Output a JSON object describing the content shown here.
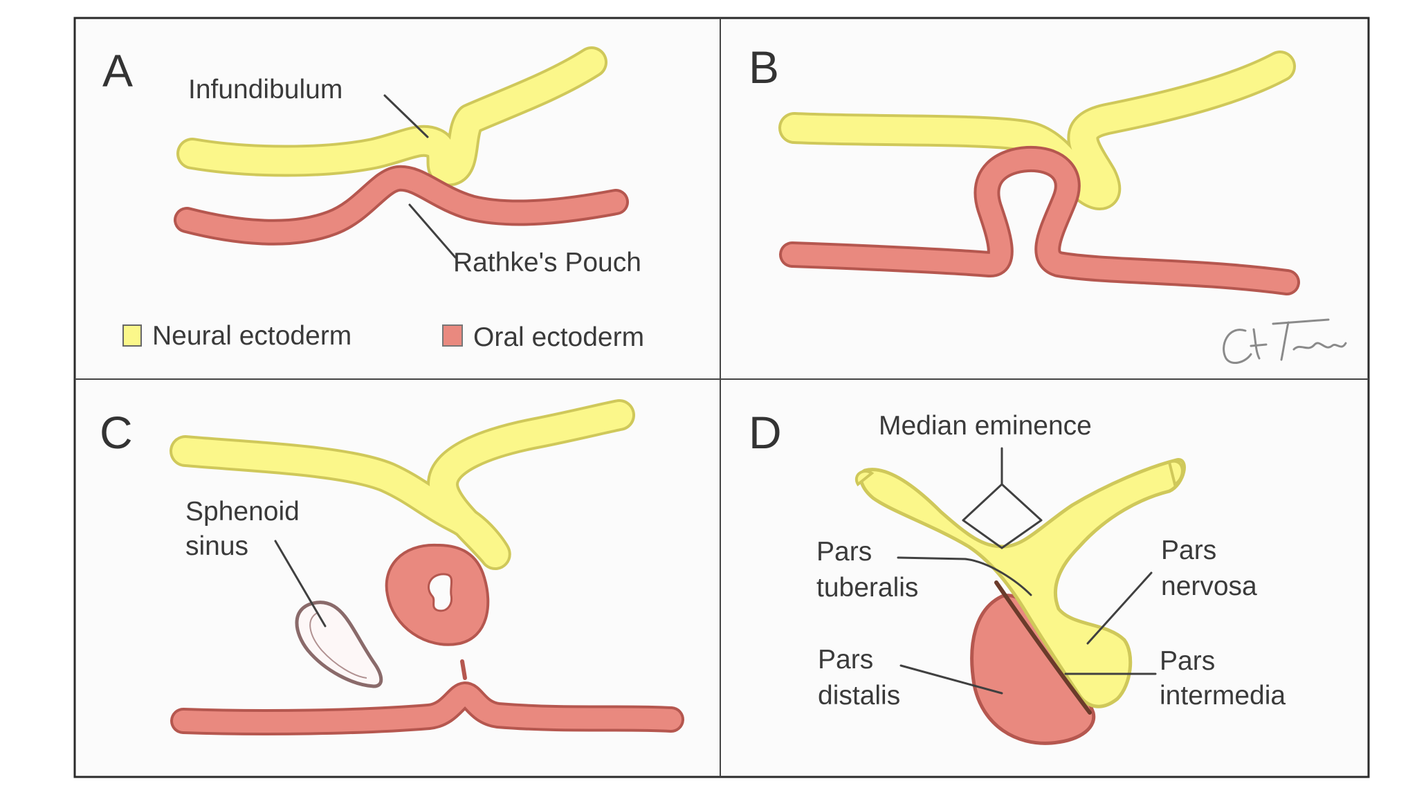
{
  "panels": {
    "a": {
      "letter": "A",
      "infundibulum": "Infundibulum",
      "rathke": "Rathke's Pouch"
    },
    "b": {
      "letter": "B"
    },
    "c": {
      "letter": "C",
      "sphenoid_1": "Sphenoid",
      "sphenoid_2": "sinus"
    },
    "d": {
      "letter": "D",
      "median_eminence": "Median eminence",
      "pars_tuberalis_1": "Pars",
      "pars_tuberalis_2": "tuberalis",
      "pars_nervosa_1": "Pars",
      "pars_nervosa_2": "nervosa",
      "pars_distalis_1": "Pars",
      "pars_distalis_2": "distalis",
      "pars_intermedia_1": "Pars",
      "pars_intermedia_2": "intermedia"
    }
  },
  "legend": {
    "neural": "Neural ectoderm",
    "oral": "Oral ectoderm"
  },
  "colors": {
    "neural_fill": "#fbf78a",
    "neural_edge": "#cfc85a",
    "oral_fill": "#e9897f",
    "oral_edge": "#b5574f",
    "frame": "#2a2a2a"
  }
}
